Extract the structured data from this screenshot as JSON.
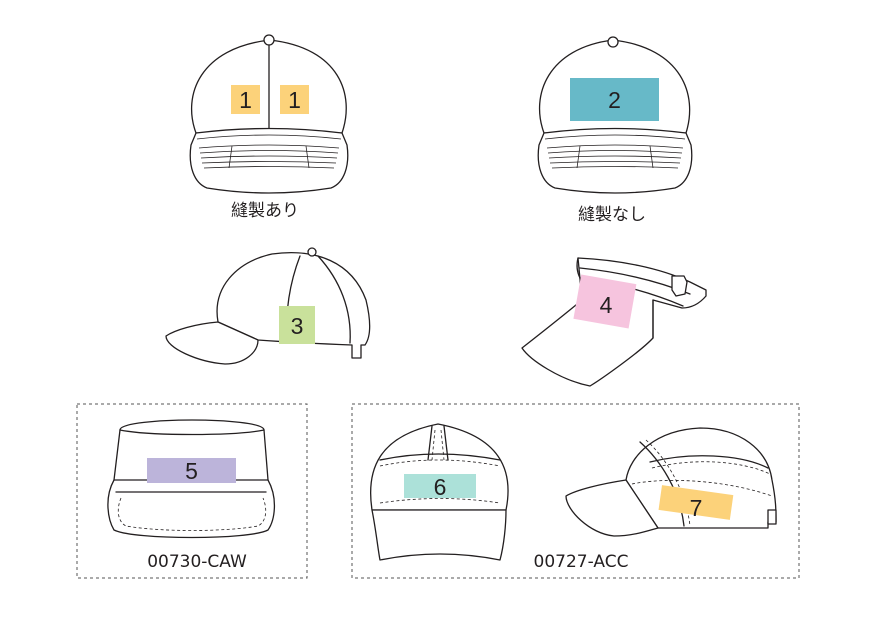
{
  "areas": {
    "a1_left": {
      "num": "1",
      "color": "#fcd27a"
    },
    "a1_right": {
      "num": "1",
      "color": "#fcd27a"
    },
    "a2": {
      "num": "2",
      "color": "#67b9c8"
    },
    "a3": {
      "num": "3",
      "color": "#c9e19b"
    },
    "a4": {
      "num": "4",
      "color": "#f6c4de"
    },
    "a5": {
      "num": "5",
      "color": "#bcb4da"
    },
    "a6": {
      "num": "6",
      "color": "#ace1d9"
    },
    "a7": {
      "num": "7",
      "color": "#fcd27a"
    }
  },
  "captions": {
    "with_seam": "縫製あり",
    "without_seam": "縫製なし",
    "model_caw": "00730-CAW",
    "model_acc": "00727-ACC"
  }
}
